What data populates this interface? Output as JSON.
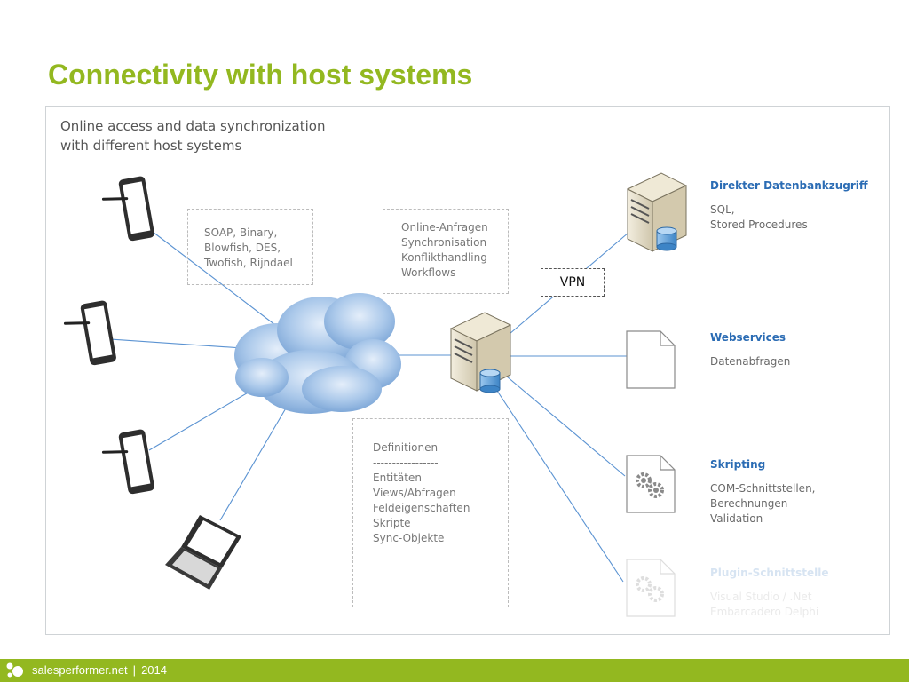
{
  "colors": {
    "accent": "#93b820",
    "link": "#2b6cb4",
    "line": "#5b93d2"
  },
  "title": "Connectivity with host systems",
  "subtitle": [
    "Online access and data synchronization",
    "with different host systems"
  ],
  "notes": {
    "security": [
      "SOAP, Binary,",
      "Blowfish, DES,",
      "Twofish, Rijndael"
    ],
    "sync": [
      "Online-Anfragen",
      "Synchronisation",
      "Konflikthandling",
      "Workflows"
    ],
    "definitions": [
      "Definitionen",
      "-----------------",
      "Entitäten",
      "Views/Abfragen",
      "Feldeigenschaften",
      "Skripte",
      "Sync-Objekte"
    ]
  },
  "vpn_label": "VPN",
  "endpoints": [
    {
      "heading": "Direkter Datenbankzugriff",
      "lines": [
        "SQL,",
        "Stored Procedures"
      ],
      "icon": "database-server-icon"
    },
    {
      "heading": "Webservices",
      "lines": [
        "Datenabfragen"
      ],
      "icon": "document-icon"
    },
    {
      "heading": "Skripting",
      "lines": [
        "COM-Schnittstellen,",
        "Berechnungen",
        "Validation"
      ],
      "icon": "gear-document-icon"
    },
    {
      "heading": "Plugin-Schnittstelle",
      "lines": [
        "Visual Studio / .Net",
        "Embarcadero Delphi"
      ],
      "icon": "gear-document-icon"
    }
  ],
  "clients": [
    "tablet-icon",
    "tablet-icon",
    "tablet-icon",
    "laptop-icon"
  ],
  "footer": {
    "site": "salesperformer.net",
    "separator": "|",
    "year": "2014"
  }
}
